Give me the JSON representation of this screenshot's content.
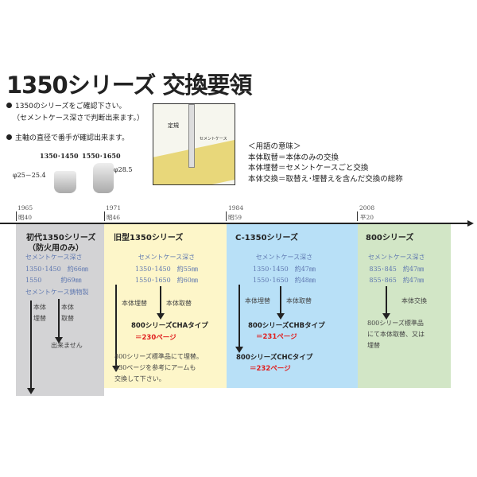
{
  "title": "1350シリーズ 交換要領",
  "bullets": [
    "1350のシリーズをご確認下さい。",
    "（セメントケース深さで判断出来ます。）",
    "主軸の直径で番手が確認出来ます。"
  ],
  "spindles": [
    {
      "label": "1350･1450",
      "diameter": "φ25－25.4"
    },
    {
      "label": "1550･1650",
      "diameter": "φ28.5"
    }
  ],
  "photo": {
    "ruler_label": "定規",
    "case_label": "セメントケース"
  },
  "definitions": {
    "heading": "＜用語の意味＞",
    "items": [
      "本体取替＝本体のみの交換",
      "本体埋替＝セメントケースごと交換",
      "本体交換＝取替え･埋替えを含んだ交換の総称"
    ]
  },
  "timeline": [
    {
      "year": "1965",
      "era": "昭40"
    },
    {
      "year": "1971",
      "era": "昭46"
    },
    {
      "year": "1984",
      "era": "昭59"
    },
    {
      "year": "2008",
      "era": "平20"
    }
  ],
  "columns": {
    "c1": {
      "title": "初代1350シリーズ",
      "subtitle": "（防火用のみ）",
      "depth_label": "セメントケース深さ",
      "rows": [
        "1350･1450　約66㎜",
        "1550　　　約69㎜"
      ],
      "note": "セメントケース鋳物製",
      "a1": "本体",
      "a1b": "埋替",
      "a2": "本体",
      "a2b": "取替",
      "result": "出来ません",
      "color": "#d3d3d5"
    },
    "c2": {
      "title": "旧型1350シリーズ",
      "depth_label": "セメントケース深さ",
      "rows": [
        "1350･1450　約55㎜",
        "1550･1650　約60㎜"
      ],
      "a1": "本体埋替",
      "a2": "本体取替",
      "type": "800シリーズCHAタイプ",
      "page": "＝230ページ",
      "note": [
        "800シリーズ標準品にて埋替。",
        "230ページを参考にアームも",
        "交換して下さい。"
      ],
      "color": "#fdf6c9"
    },
    "c3": {
      "title": "C-1350シリーズ",
      "depth_label": "セメントケース深さ",
      "rows": [
        "1350･1450　約47㎜",
        "1550･1650　約48㎜"
      ],
      "a1": "本体埋替",
      "a2": "本体取替",
      "type_b": "800シリーズCHBタイプ",
      "page_b": "＝231ページ",
      "type_c": "800シリーズCHCタイプ",
      "page_c": "＝232ページ",
      "color": "#b8e0f7"
    },
    "c4": {
      "title": "800シリーズ",
      "depth_label": "セメントケース深さ",
      "rows": [
        "835･845　約47㎜",
        "855･865　約47㎜"
      ],
      "a1": "本体交換",
      "note": [
        "800シリーズ標準品",
        "にて本体取替、又は",
        "埋替"
      ],
      "color": "#d2e6c6"
    }
  }
}
